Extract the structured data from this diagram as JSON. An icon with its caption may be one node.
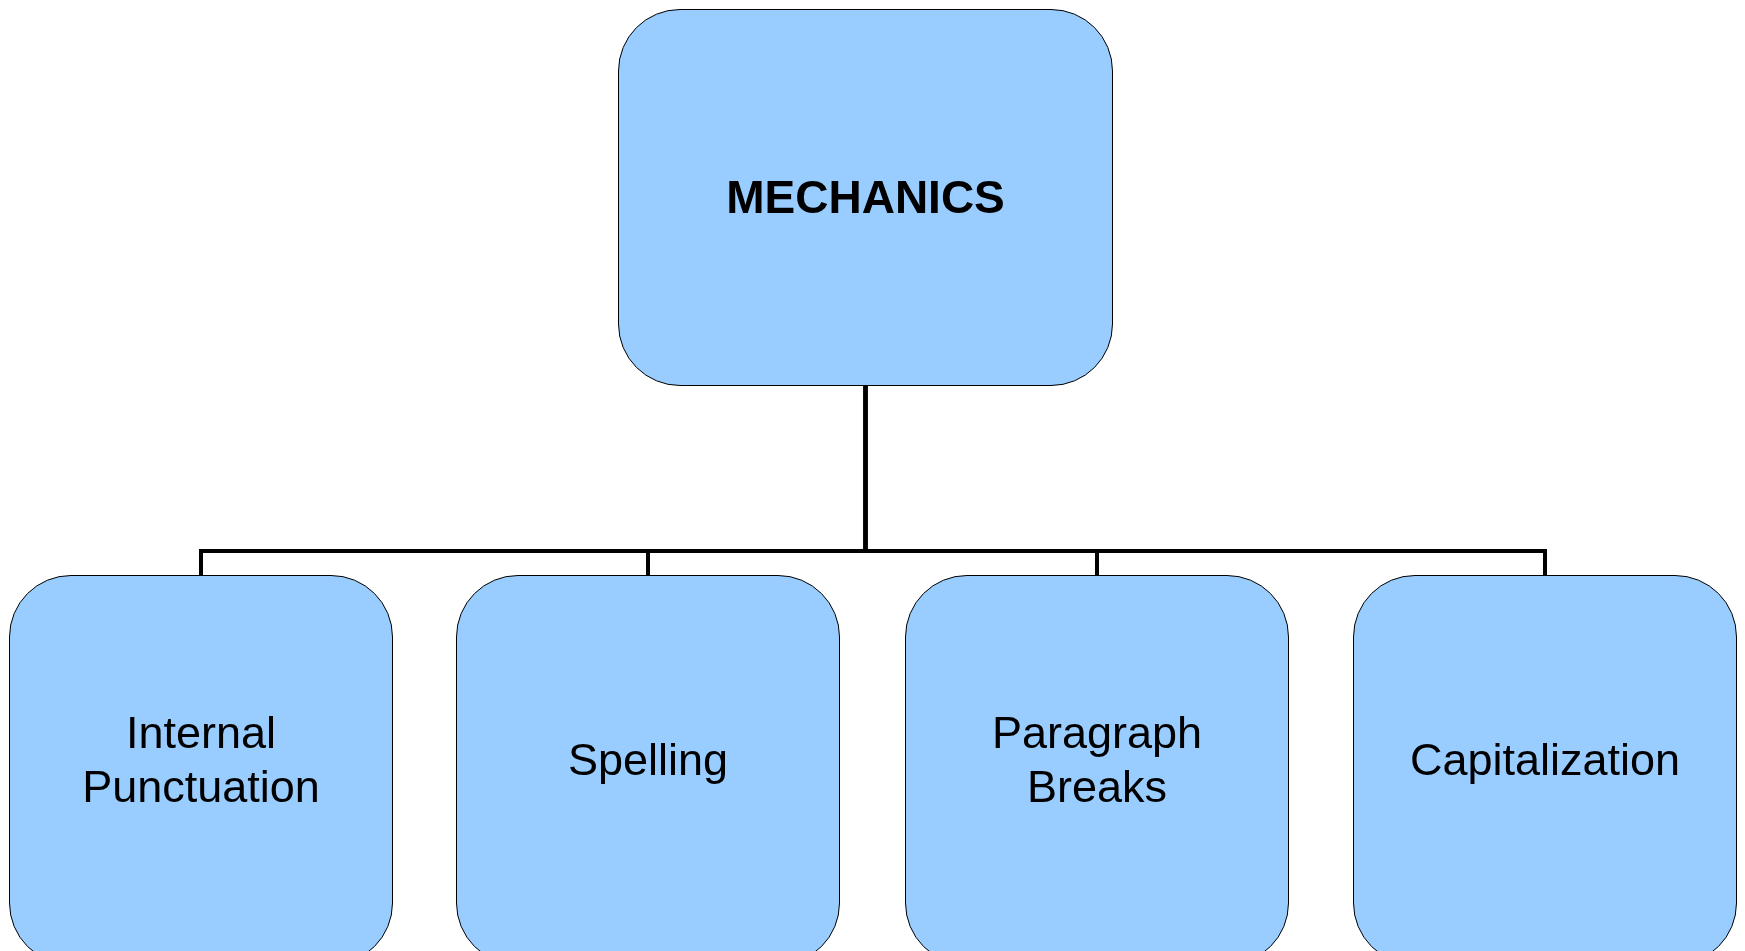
{
  "diagram": {
    "nodes": [
      {
        "text": [
          "MECHANICS"
        ]
      },
      {
        "text": [
          "Internal Punctuation"
        ]
      },
      {
        "text": [
          "Spelling"
        ]
      },
      {
        "text": [
          "Paragraph Breaks"
        ]
      },
      {
        "text": [
          "Capitalization"
        ]
      }
    ],
    "edges": [
      {
        "from": 0,
        "to": 1,
        "arrow": "none"
      },
      {
        "from": 0,
        "to": 2,
        "arrow": "none"
      },
      {
        "from": 0,
        "to": 3,
        "arrow": "none"
      },
      {
        "from": 0,
        "to": 4,
        "arrow": "none"
      }
    ]
  }
}
